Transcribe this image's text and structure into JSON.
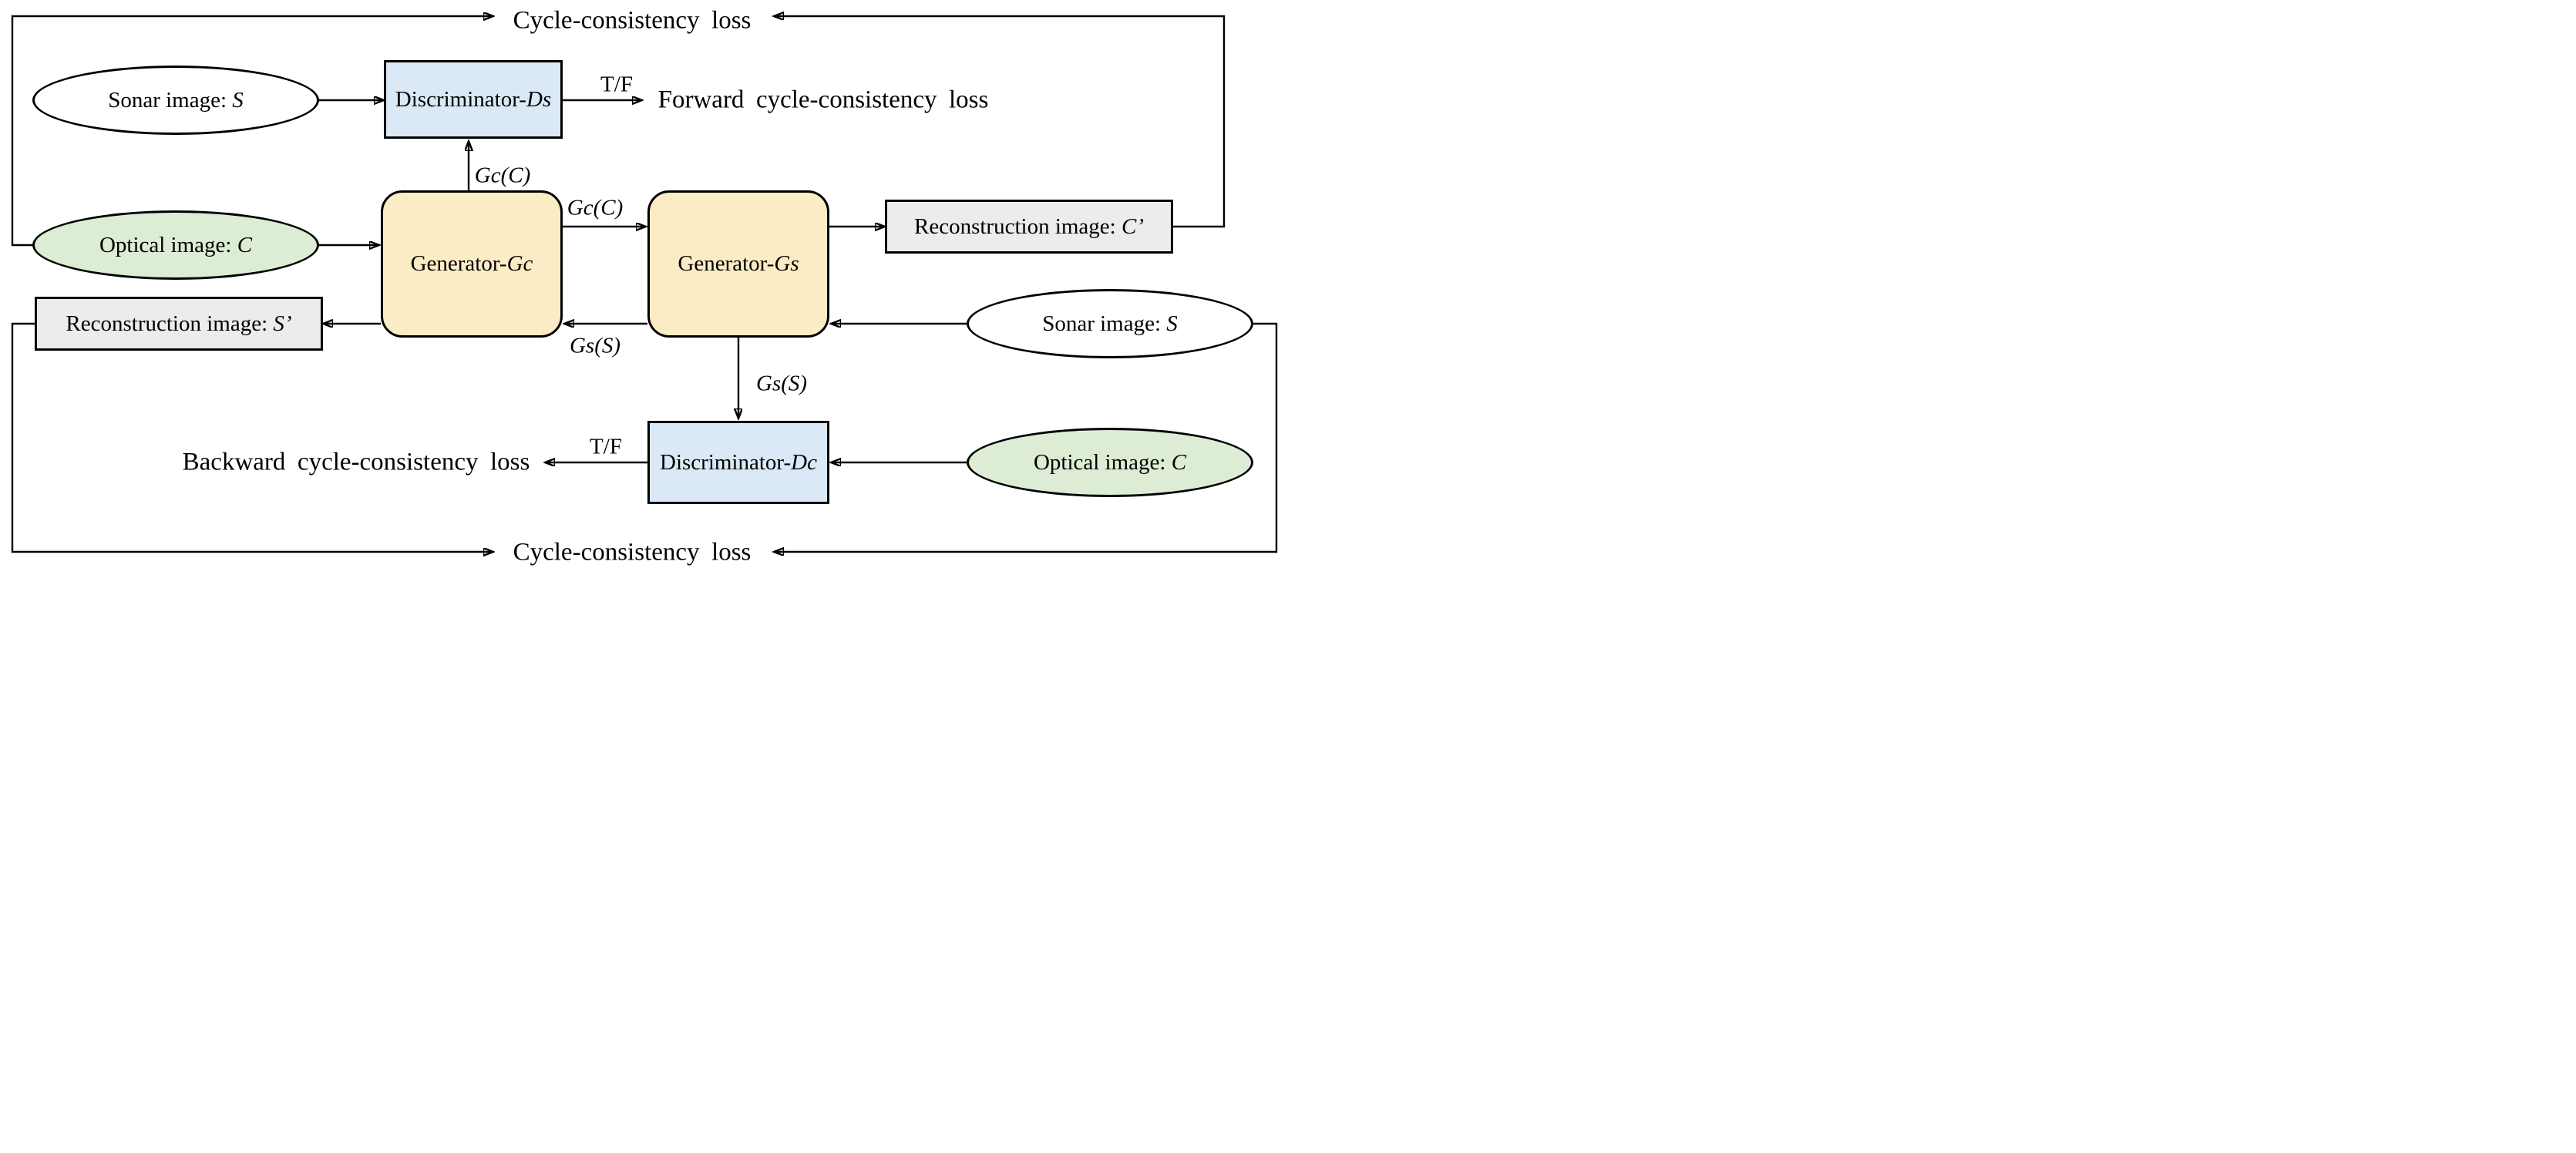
{
  "diagram": {
    "losses": {
      "cycle_top": "Cycle-consistency loss",
      "cycle_bottom": "Cycle-consistency loss",
      "forward": "Forward cycle-consistency loss",
      "backward": "Backward cycle-consistency loss"
    },
    "nodes": {
      "sonar_left": {
        "prefix": "Sonar image: ",
        "var": "S"
      },
      "optical_left": {
        "prefix": "Optical image: ",
        "var": "C"
      },
      "discriminator_ds": {
        "prefix": "Discriminator-",
        "var": "Ds"
      },
      "generator_gc": {
        "prefix": "Generator-",
        "var": "Gc"
      },
      "generator_gs": {
        "prefix": "Generator-",
        "var": "Gs"
      },
      "reconstruction_c": {
        "prefix": "Reconstruction image: ",
        "var": "C’"
      },
      "reconstruction_s": {
        "prefix": "Reconstruction image: ",
        "var": "S’"
      },
      "sonar_right": {
        "prefix": "Sonar image: ",
        "var": "S"
      },
      "optical_right": {
        "prefix": "Optical image: ",
        "var": "C"
      },
      "discriminator_dc": {
        "prefix": "Discriminator-",
        "var": "Dc"
      }
    },
    "edge_labels": {
      "gc_c_up": "Gc(C)",
      "gc_c_mid": "Gc(C)",
      "gs_s_mid": "Gs(S)",
      "gs_s_down": "Gs(S)",
      "tf_forward": "T/F",
      "tf_backward": "T/F"
    },
    "colors": {
      "generator_fill": "#fcecc5",
      "discriminator_fill": "#dbe9f6",
      "optical_fill": "#dcecd5",
      "sonar_fill": "#ffffff",
      "reconstruction_fill": "#ececec",
      "line": "#000000"
    }
  }
}
